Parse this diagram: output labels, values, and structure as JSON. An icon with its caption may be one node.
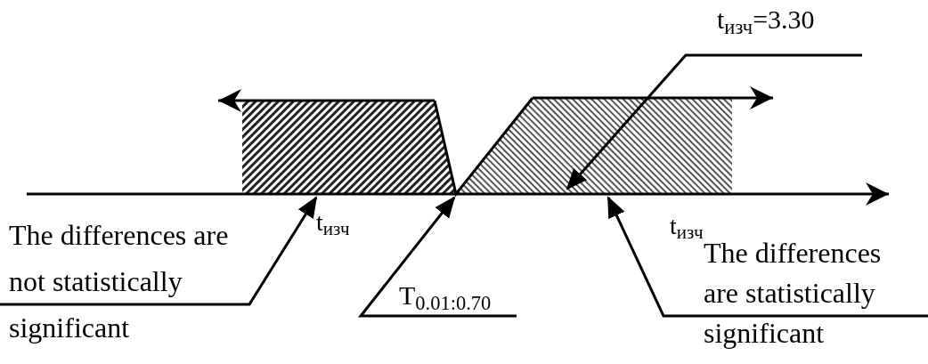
{
  "diagram": {
    "nodes": [
      {
        "text": [
          "The differences are not statistically significant"
        ]
      },
      {
        "text": [
          "T$_{0.01:0.70}$"
        ]
      },
      {
        "text": [
          "The differences are statistically significant"
        ]
      },
      {
        "text": [
          "t$_{изч}$=3.30"
        ]
      }
    ],
    "edges": [
      {
        "from": 0,
        "to": null,
        "arrow": "to"
      },
      {
        "from": 1,
        "to": null,
        "arrow": "to"
      },
      {
        "from": 2,
        "to": null,
        "arrow": "to"
      },
      {
        "from": 3,
        "to": null,
        "arrow": "to"
      }
    ],
    "labels": [
      "t$_{изч}$",
      "t$_{изч}$"
    ]
  }
}
